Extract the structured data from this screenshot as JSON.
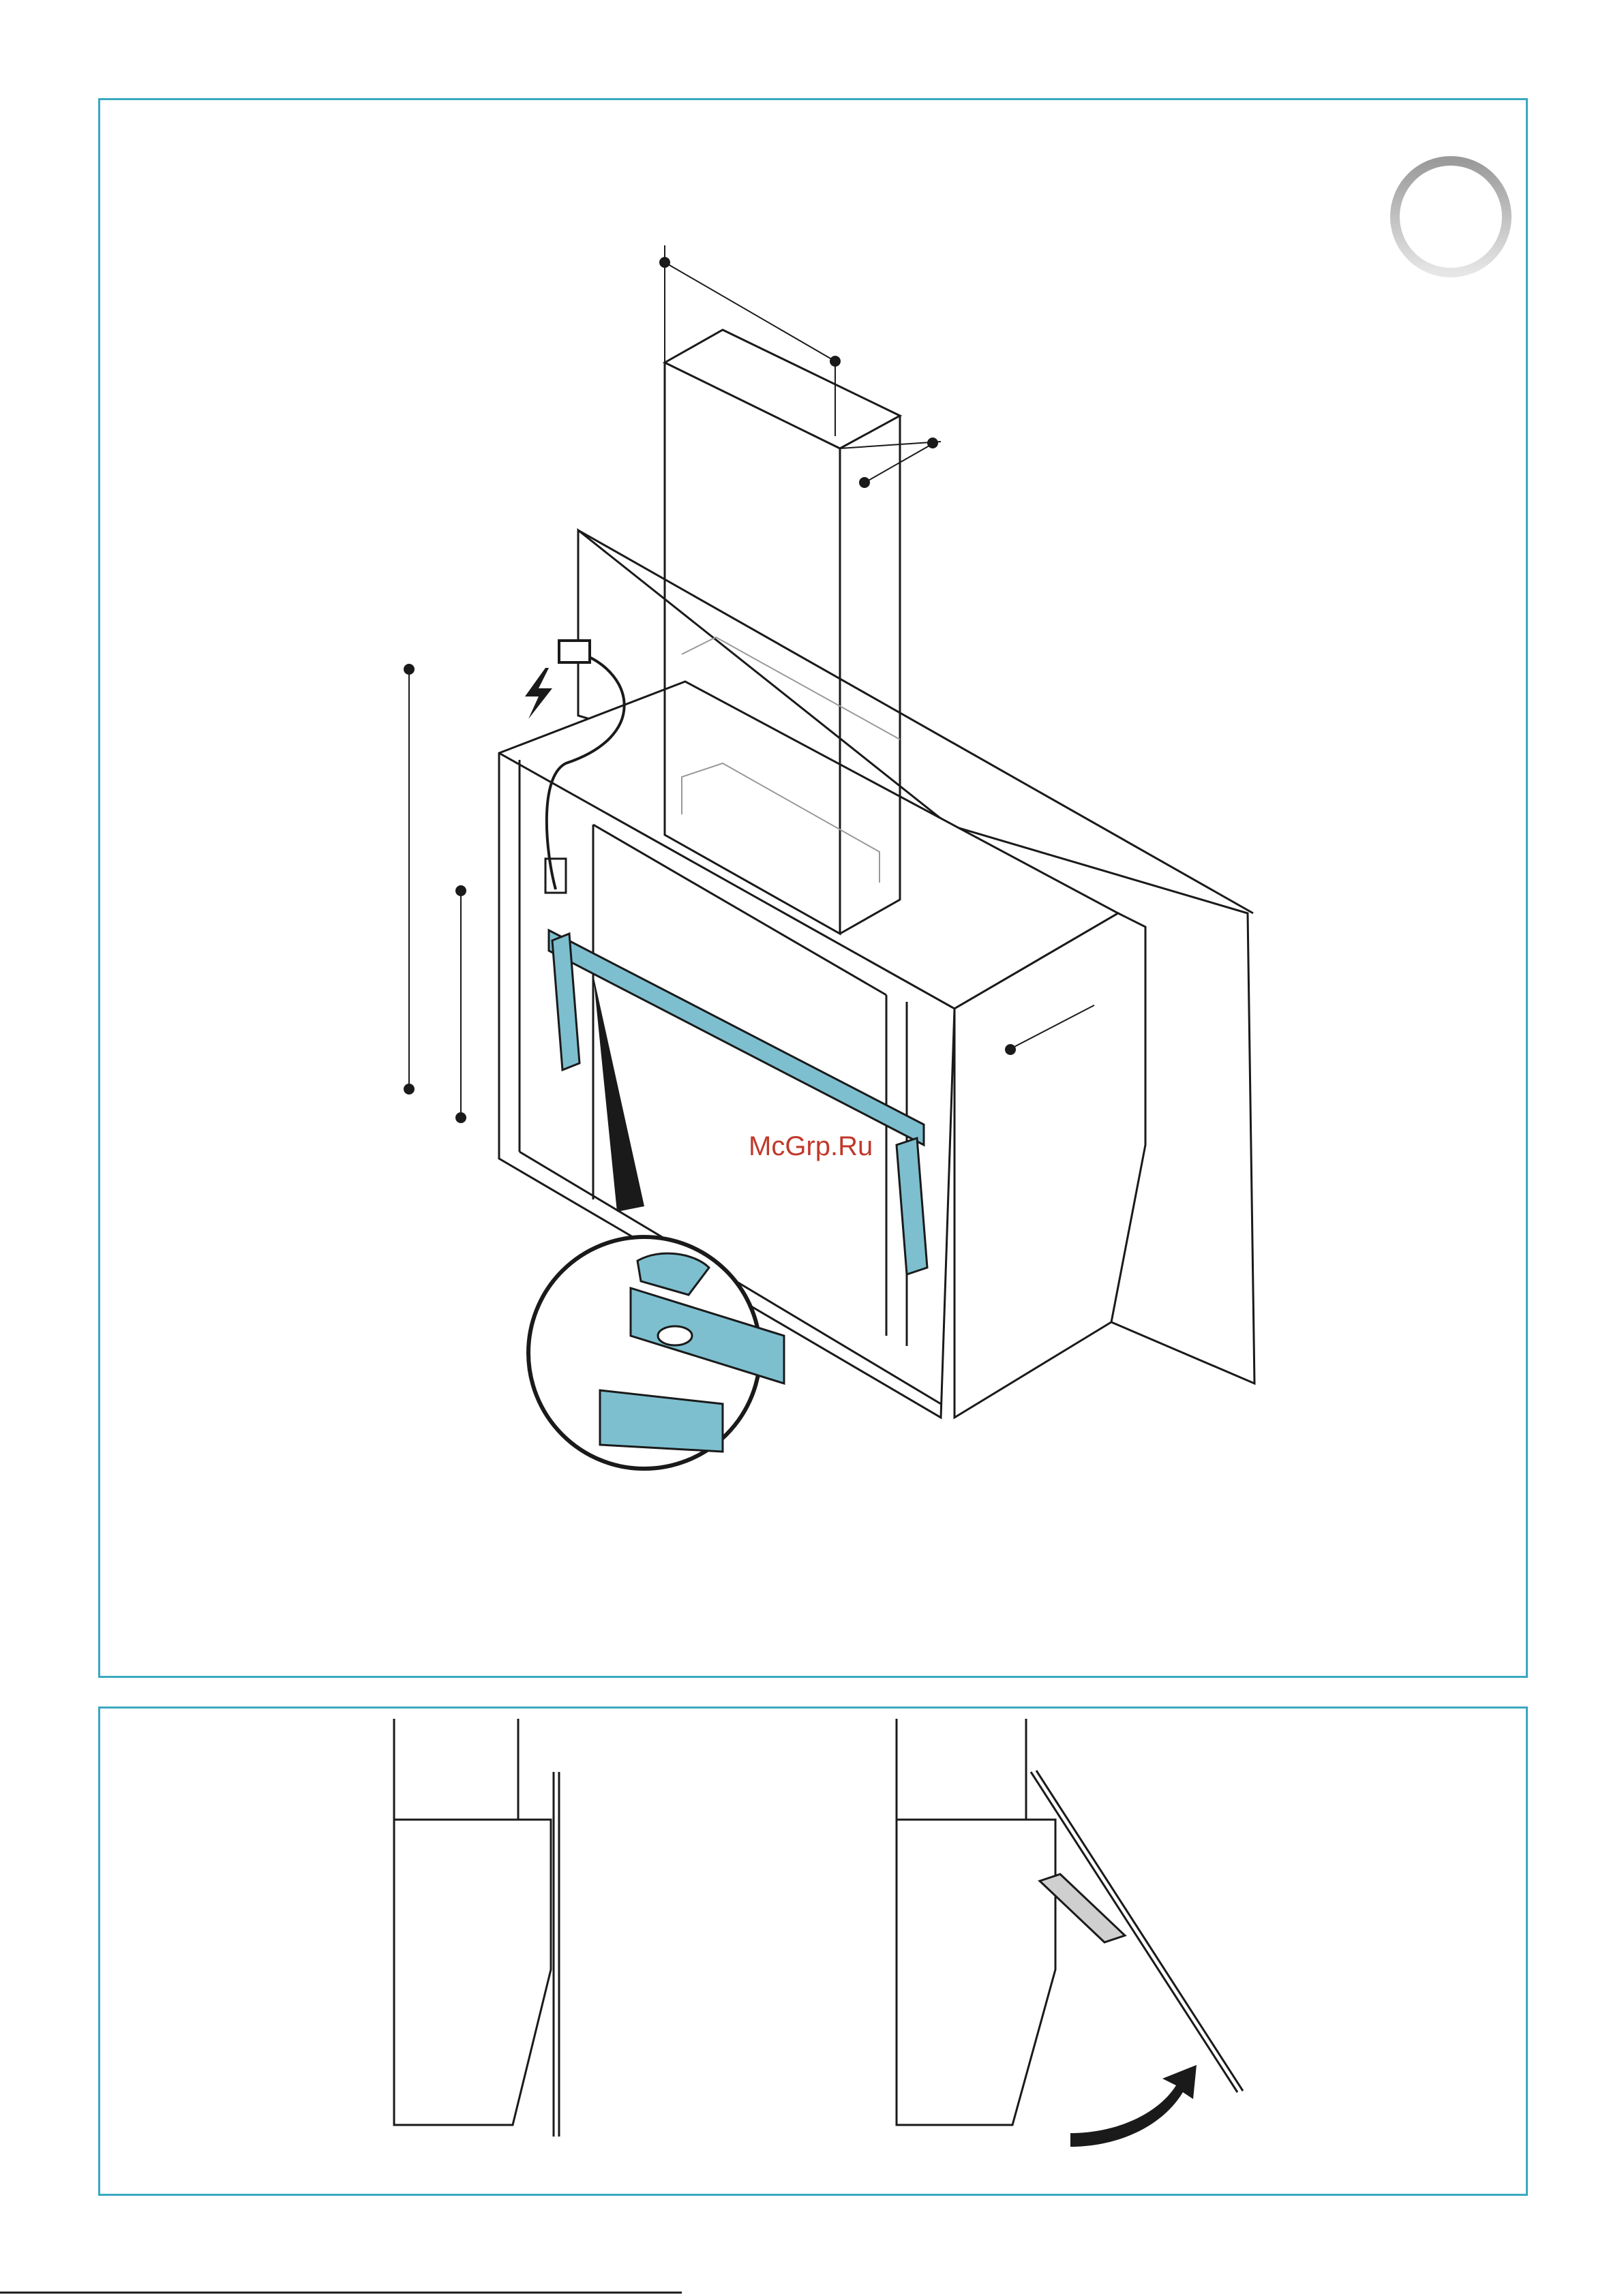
{
  "watermark": "McGrp.Ru",
  "colors": {
    "frame": "#3aa8c0",
    "bracket": "#7dbfcf",
    "line": "#1a1a1a"
  },
  "icons": {
    "step_marker": "gray-ring-circle",
    "electrical_warning": "lightning-bolt",
    "rotation_arrow": "curved-arrow"
  }
}
